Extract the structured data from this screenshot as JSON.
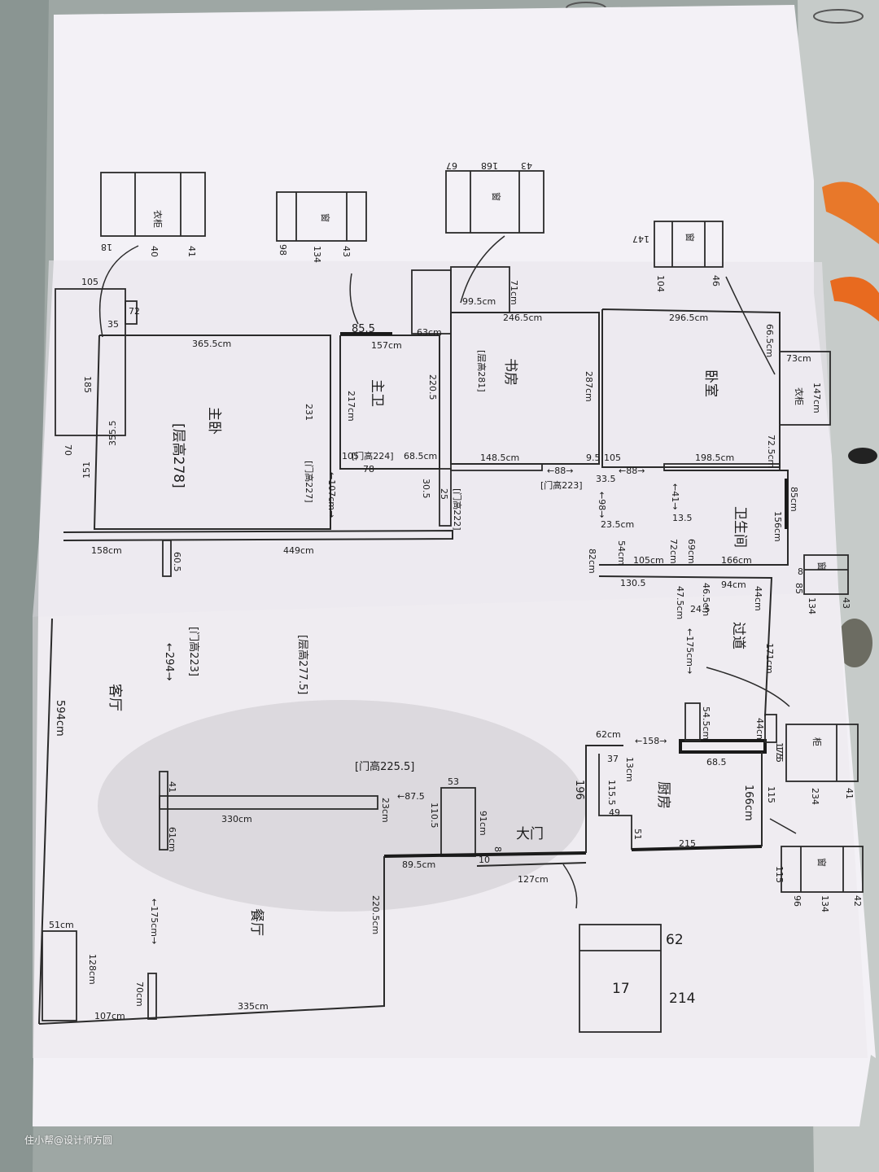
{
  "photo": {
    "watermark": "住小帮@设计师方圆"
  },
  "plan": {
    "rooms": {
      "master": "主卧",
      "master_height": "[层高278]",
      "master_bath": "主卫",
      "study": "书房",
      "study_height": "[层高281]",
      "bedroom2": "卧室",
      "bath2": "卫生间",
      "corridor": "过道",
      "living": "客厅",
      "living_height": "[层高277.5]",
      "beam_294": "←294→",
      "beam_294_height": "[门高223]",
      "dining": "餐厅",
      "kitchen": "厨房",
      "entrance": "大门",
      "door_height_beam": "[门高225.5]",
      "door_height_study": "[门高223]",
      "door_height_mb": "[门高224]",
      "door_height_master": "[门高227]",
      "door_height_r": "[门高222]"
    },
    "fixtures": {
      "b1_label": "衣柜",
      "b1_m": [
        "18",
        "40",
        "41"
      ],
      "b2_label": "窗",
      "b2_m": [
        "98",
        "134",
        "43"
      ],
      "b3_label": "窗",
      "b3_m": [
        "67",
        "168",
        "43"
      ],
      "b4_label": "窗",
      "b4_m": [
        "147",
        "104",
        "46"
      ],
      "b5_label": "窗",
      "b5_m": [
        "85",
        "134",
        "43"
      ],
      "b6_label": "柜",
      "b6_m": [
        "175",
        "234",
        "41"
      ],
      "b7_label": "窗",
      "b7_m": [
        "115",
        "96",
        "134",
        "42"
      ],
      "b8_label": "17",
      "b8_m": [
        "62",
        "214"
      ],
      "wardrobe_note": "衣柜"
    },
    "measures": {
      "m105": "105",
      "m35": "35",
      "m72": "72",
      "m185": "185",
      "m70": "70",
      "m3555": "355.5",
      "m151": "151",
      "m3655": "365.5cm",
      "m855": "85.5",
      "m157": "157cm",
      "m217": "217cm",
      "m2205": "220.5",
      "m231": "231",
      "m105b": "105",
      "m685": "68.5cm",
      "m78": "78",
      "m305": "30.5",
      "m25": "25",
      "m107": "←107cm→",
      "m63": "63cm",
      "m995": "99.5cm",
      "m71": "71cm",
      "m2465": "246.5cm",
      "m287": "287cm",
      "m1485": "148.5cm",
      "m95": "9.5",
      "m335s": "33.5",
      "m88a": "←88→",
      "m88b": "←88→",
      "m2965": "296.5cm",
      "m665": "66.5cm",
      "m73": "73cm",
      "m147": "147cm",
      "m1985": "198.5cm",
      "m725": "72.5cm",
      "m85": "85cm",
      "m156": "156cm",
      "m158": "158cm",
      "m605": "60.5",
      "m449": "449cm",
      "m235": "23.5cm",
      "m54": "54cm",
      "m105c": "105cm",
      "m72c": "72cm",
      "m69": "69cm",
      "m166": "166cm",
      "m825": "82cm",
      "m1305": "130.5",
      "m475": "47.5cm",
      "m465": "46.5cm",
      "m245": "24.5",
      "m94": "94cm",
      "m44": "44cm",
      "m8": "8",
      "m135": "13.5",
      "m41": "←41→",
      "m98": "←98→",
      "m594": "594cm",
      "m171": "171cm",
      "m175a": "←175cm→",
      "m545": "54.5cm",
      "m62k": "62cm",
      "m158k": "←158→",
      "m37": "37",
      "m13": "13cm",
      "m44b": "44cm",
      "m685k": "68.5",
      "m175k": "175",
      "m196": "196",
      "m1155": "115.5",
      "m49": "49",
      "m51k": "51",
      "m215": "215",
      "m166k": "166cm",
      "m115": "115",
      "m53": "53",
      "m1105": "110.5",
      "m91": "91cm",
      "m895": "89.5cm",
      "m127": "127cm",
      "m10": "10",
      "m8s": "8",
      "m8755": "←87.5",
      "m23": "23cm",
      "m330": "330cm",
      "m41b": "41",
      "m61": "61cm",
      "m2205b": "220.5cm",
      "m51": "51cm",
      "m128": "128cm",
      "m175b": "←175cm→",
      "m70b": "70cm",
      "m335": "335cm",
      "m107b": "107cm"
    }
  }
}
